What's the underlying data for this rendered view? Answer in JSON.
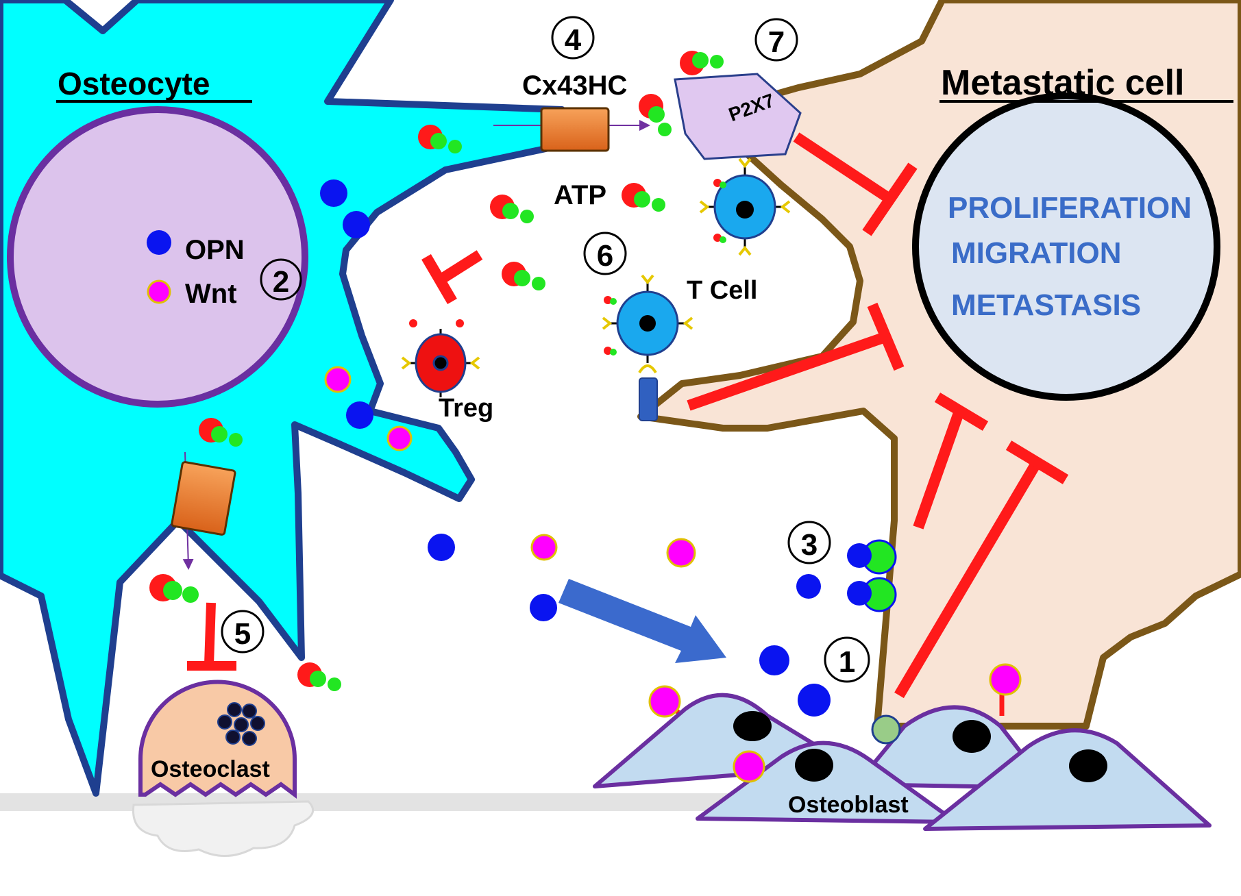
{
  "labels": {
    "osteocyte": "Osteocyte",
    "metastatic_cell": "Metastatic cell",
    "opn": "OPN",
    "wnt": "Wnt",
    "cx43hc": "Cx43HC",
    "atp": "ATP",
    "p2x7": "P2X7",
    "t_cell": "T Cell",
    "treg": "Treg",
    "osteoclast": "Osteoclast",
    "osteoblast": "Osteoblast",
    "proliferation": "PROLIFERATION",
    "migration": "MIGRATION",
    "metastasis": "METASTASIS"
  },
  "steps": {
    "s1": "①",
    "s2": "②",
    "s3": "③",
    "s4": "④",
    "s5": "⑤",
    "s6": "⑥",
    "s7": "⑦"
  },
  "colors": {
    "osteocyte_fill": "#00ffff",
    "osteocyte_border": "#1f3f8f",
    "nucleus_fill": "#dcc3ec",
    "nucleus_border": "#6a2fa0",
    "metastatic_fill": "#f9e4d6",
    "metastatic_border": "#7b5718",
    "inhibit": "#ff1a1a",
    "opn": "#0a14f0",
    "wnt": "#ff00ff",
    "atp_red": "#ff1a1a",
    "atp_green": "#22e622",
    "channel": "#f08030",
    "text_blue": "#3a6cc8",
    "osteoblast_fill": "#c2dbf0",
    "osteoblast_border": "#6a2fa0",
    "osteoclast_fill": "#f8c9a6",
    "t_cell": "#1aa8ee",
    "treg": "#ee1111",
    "arrow_blue": "#3b6acd"
  }
}
